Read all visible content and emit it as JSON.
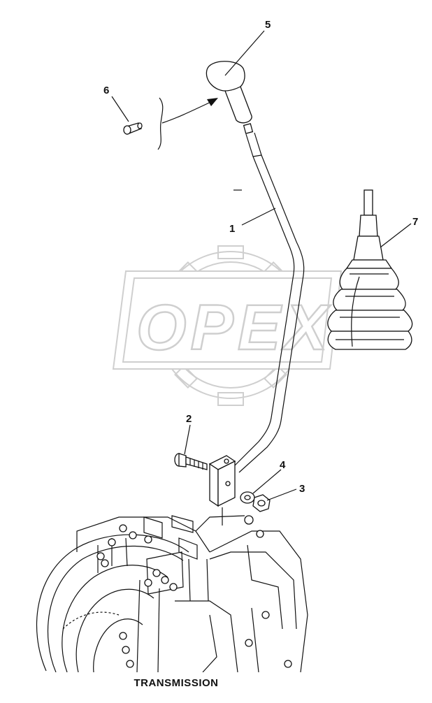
{
  "watermark": {
    "text": "OPEX",
    "color": "#cfcfcf"
  },
  "callouts": [
    {
      "id": "1",
      "label": "1"
    },
    {
      "id": "2",
      "label": "2"
    },
    {
      "id": "3",
      "label": "3"
    },
    {
      "id": "4",
      "label": "4"
    },
    {
      "id": "5",
      "label": "5"
    },
    {
      "id": "6",
      "label": "6"
    },
    {
      "id": "7",
      "label": "7"
    }
  ],
  "caption": "TRANSMISSION"
}
